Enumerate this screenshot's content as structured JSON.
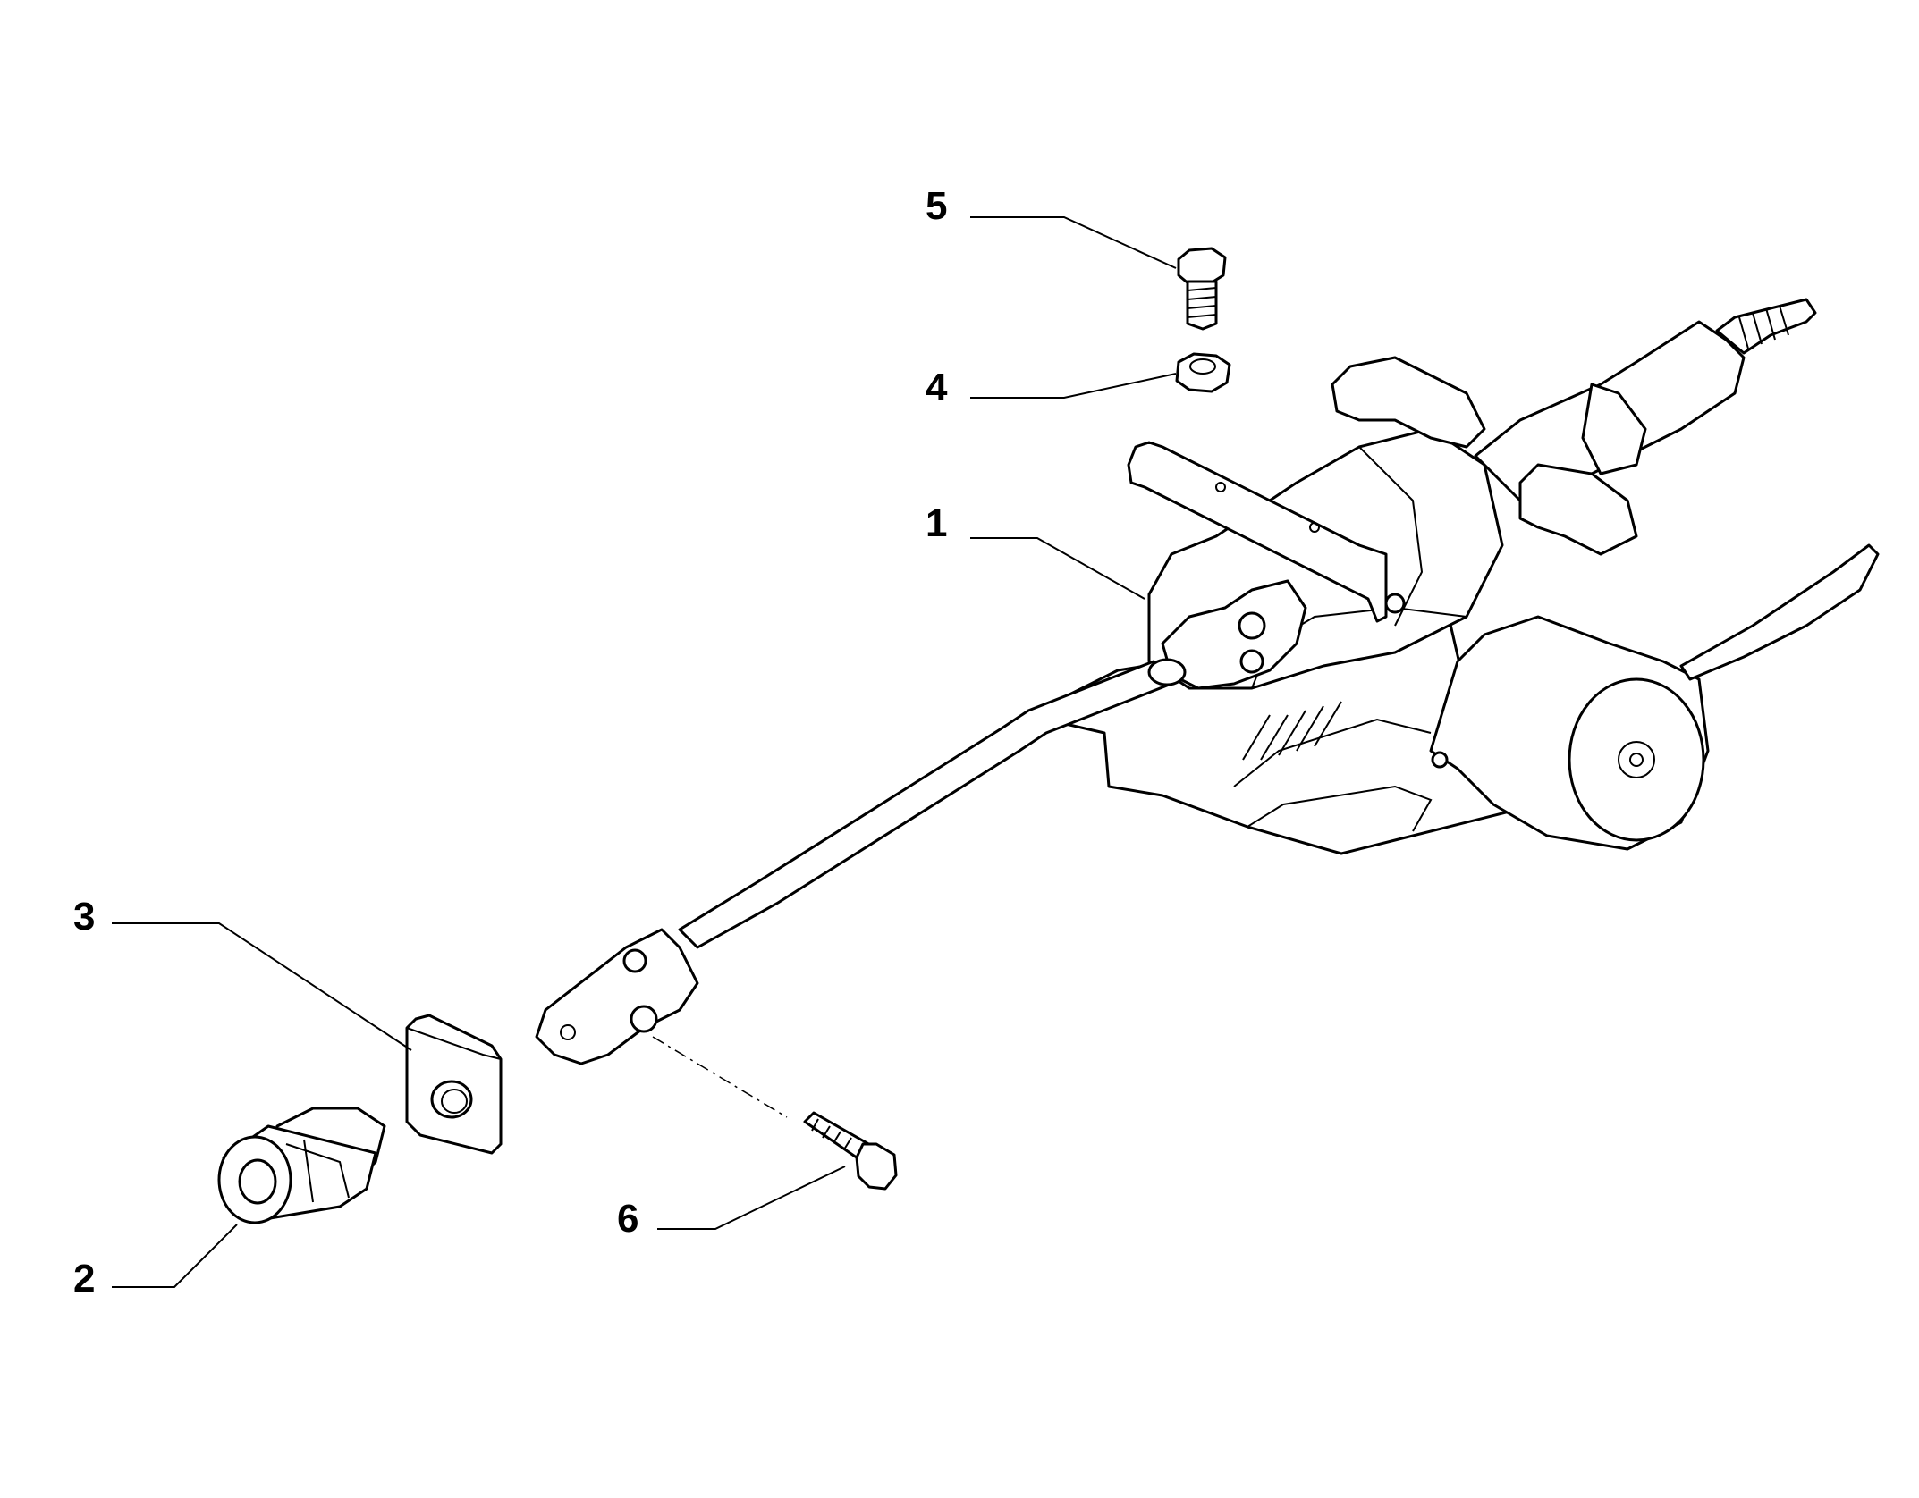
{
  "diagram": {
    "callouts": [
      {
        "id": "1",
        "label": "1",
        "part": "steering-column-assembly"
      },
      {
        "id": "2",
        "label": "2",
        "part": "dust-boot-grommet"
      },
      {
        "id": "3",
        "label": "3",
        "part": "cover-plate"
      },
      {
        "id": "4",
        "label": "4",
        "part": "nut"
      },
      {
        "id": "5",
        "label": "5",
        "part": "screw"
      },
      {
        "id": "6",
        "label": "6",
        "part": "bolt"
      }
    ]
  }
}
